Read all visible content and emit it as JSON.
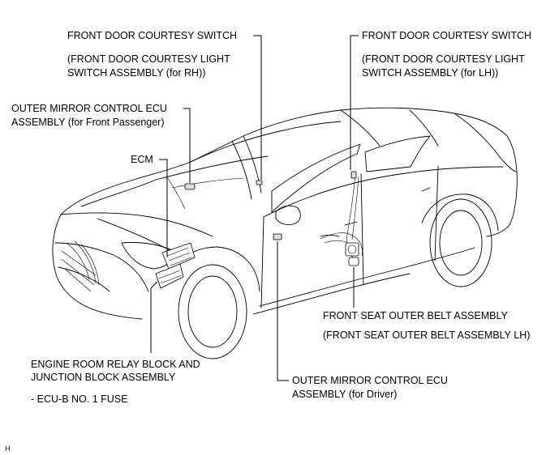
{
  "labels": {
    "front_door_courtesy_switch_rh": {
      "title": "FRONT DOOR COURTESY SWITCH",
      "sub_line1": "(FRONT DOOR COURTESY LIGHT",
      "sub_line2": "SWITCH ASSEMBLY (for RH))"
    },
    "front_door_courtesy_switch_lh": {
      "title": "FRONT DOOR COURTESY SWITCH",
      "sub_line1": "(FRONT DOOR COURTESY LIGHT",
      "sub_line2": "SWITCH ASSEMBLY (for LH))"
    },
    "outer_mirror_ecu_passenger": {
      "line1": "OUTER MIRROR CONTROL ECU",
      "line2": "ASSEMBLY (for Front Passenger)"
    },
    "ecm": {
      "text": "ECM"
    },
    "front_seat_belt": {
      "line1": "FRONT SEAT OUTER BELT ASSEMBLY",
      "line2": "(FRONT SEAT OUTER BELT ASSEMBLY LH)"
    },
    "engine_room_relay": {
      "line1": "ENGINE ROOM RELAY BLOCK AND",
      "line2": "JUNCTION BLOCK ASSEMBLY",
      "sub": "- ECU-B NO. 1 FUSE"
    },
    "outer_mirror_ecu_driver": {
      "line1": "OUTER MIRROR CONTROL ECU",
      "line2": "ASSEMBLY (for Driver)"
    },
    "corner_mark": "H"
  }
}
